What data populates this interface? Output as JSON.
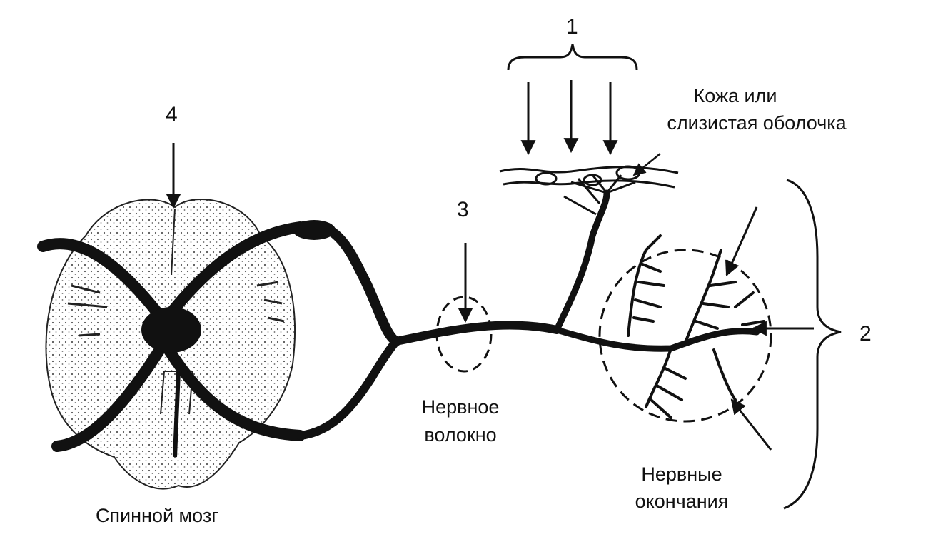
{
  "labels": {
    "skin_line1": "Кожа или",
    "skin_line2": "слизистая оболочка",
    "fiber_line1": "Нервное",
    "fiber_line2": "волокно",
    "endings_line1": "Нервные",
    "endings_line2": "окончания",
    "spinal_cord": "Спинной мозг"
  },
  "markers": {
    "m1": "1",
    "m2": "2",
    "m3": "3",
    "m4": "4"
  },
  "colors": {
    "ink": "#111111",
    "stipple": "#555555",
    "background": "#ffffff"
  }
}
